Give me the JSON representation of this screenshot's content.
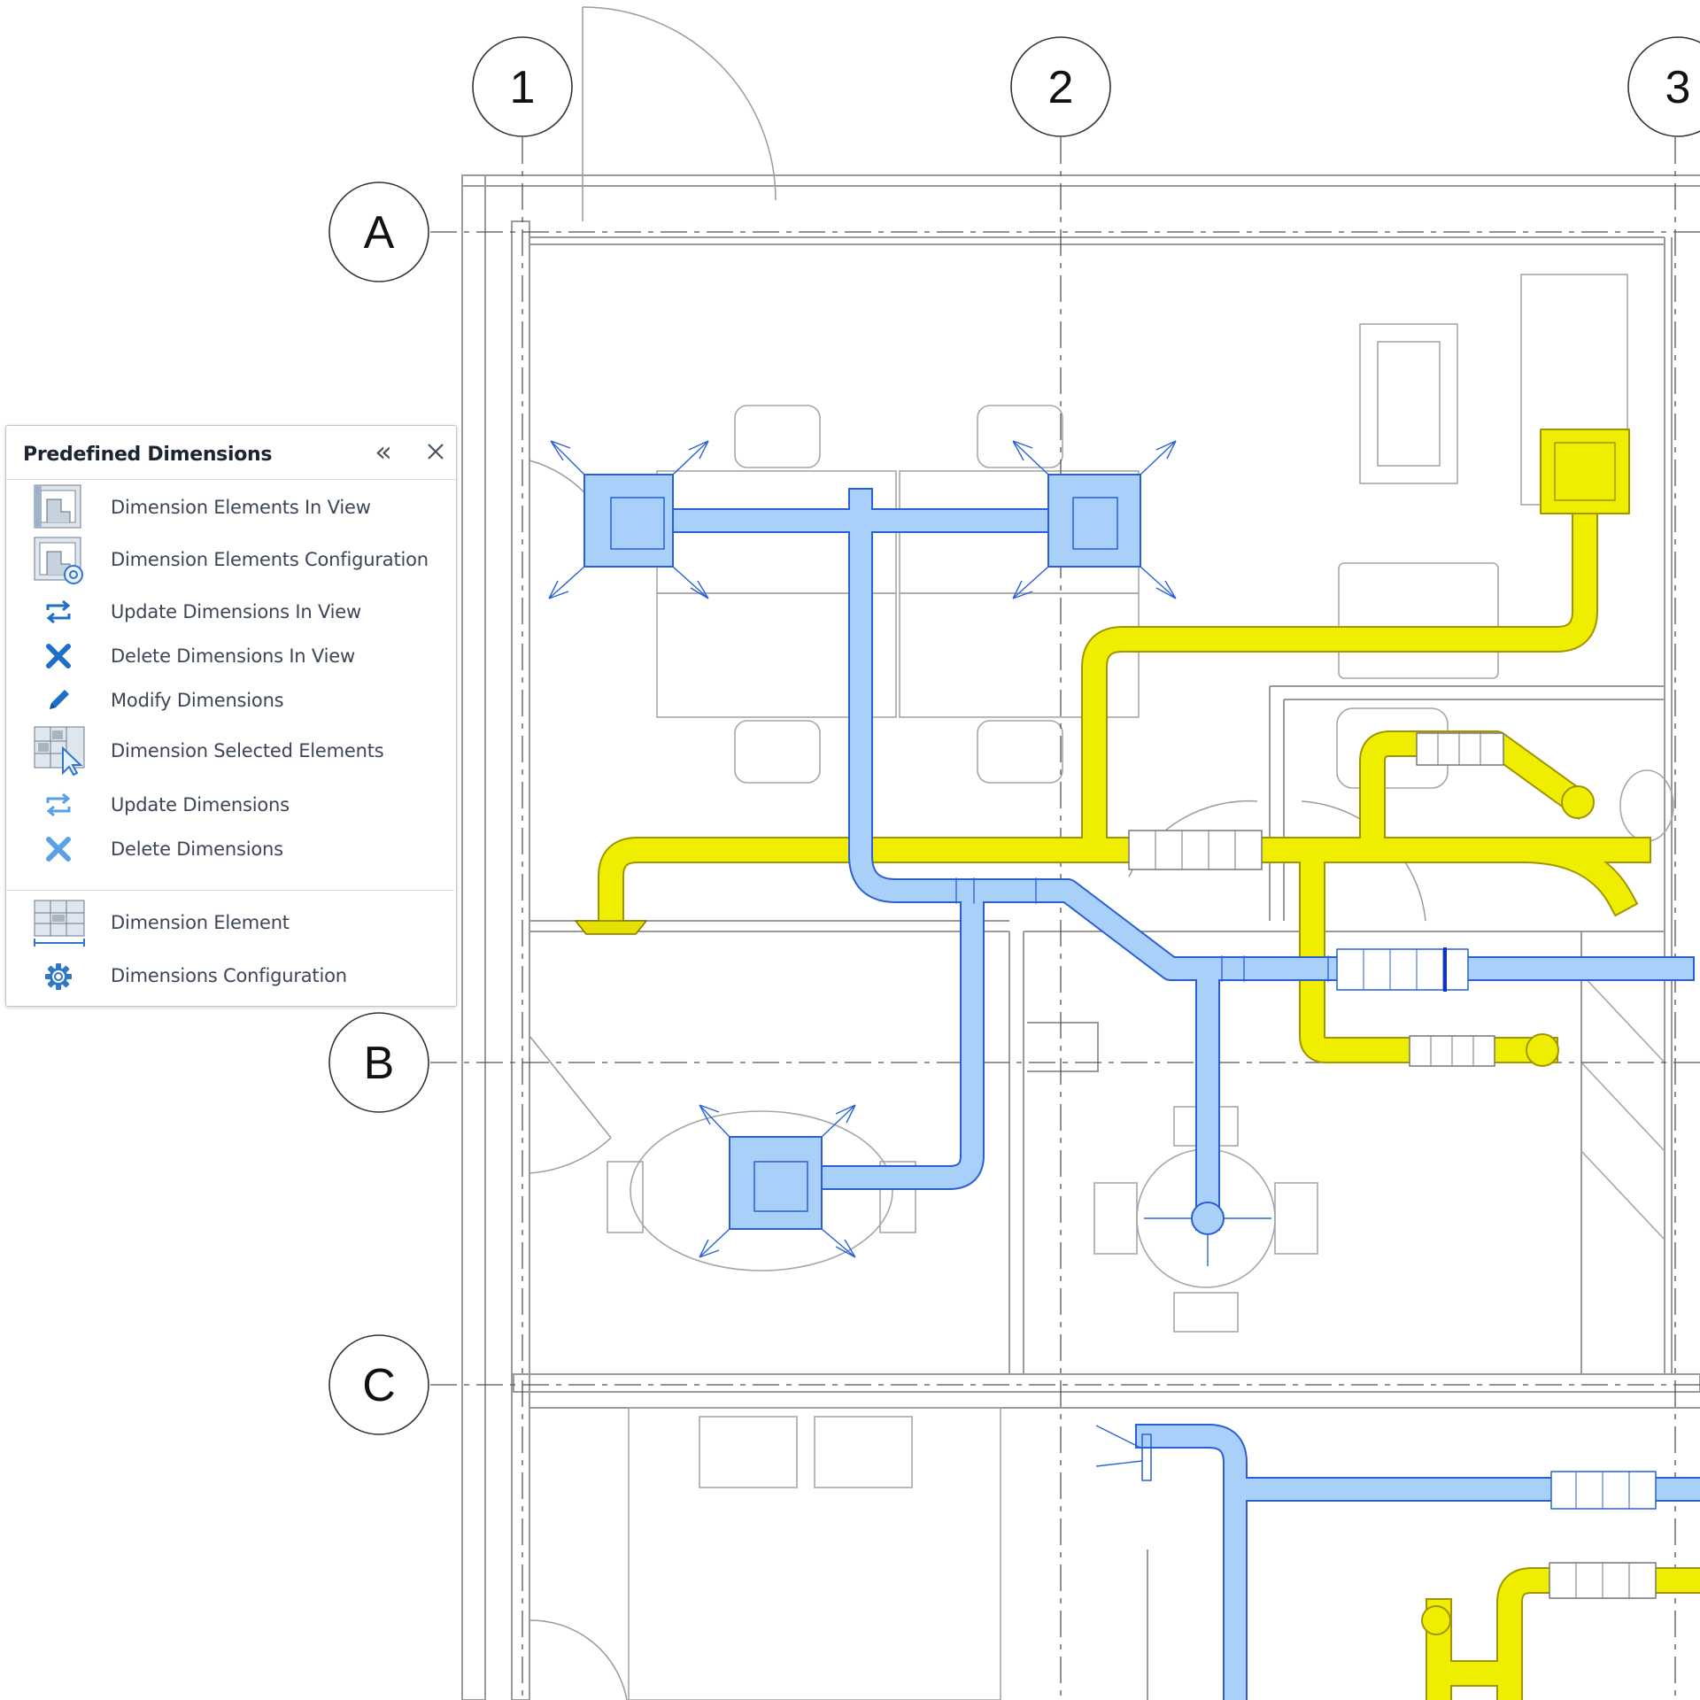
{
  "grid": {
    "columns": [
      "1",
      "2",
      "3"
    ],
    "rows": [
      "A",
      "B",
      "C"
    ]
  },
  "panel": {
    "title": "Predefined Dimensions",
    "items": [
      {
        "label": "Dimension Elements In View",
        "icon": "dimension-elements-in-view-icon"
      },
      {
        "label": "Dimension Elements Configuration",
        "icon": "dimension-elements-configuration-icon"
      },
      {
        "label": "Update Dimensions In View",
        "icon": "update-arrows-icon"
      },
      {
        "label": "Delete Dimensions In View",
        "icon": "delete-x-icon"
      },
      {
        "label": "Modify Dimensions",
        "icon": "pencil-icon"
      },
      {
        "label": "Dimension Selected Elements",
        "icon": "dimension-selected-elements-icon"
      },
      {
        "label": "Update Dimensions",
        "icon": "update-arrows-light-icon"
      },
      {
        "label": "Delete Dimensions",
        "icon": "delete-x-light-icon"
      },
      {
        "label": "Dimension Element",
        "icon": "dimension-element-icon"
      },
      {
        "label": "Dimensions Configuration",
        "icon": "gear-icon"
      }
    ]
  },
  "colors": {
    "supply_duct": "#a8d0f8",
    "supply_edge": "#2a5fd8",
    "return_duct": "#f0ee00",
    "return_edge": "#a09400",
    "linework": "#9a9a9a",
    "accent": "#1e73c8"
  }
}
